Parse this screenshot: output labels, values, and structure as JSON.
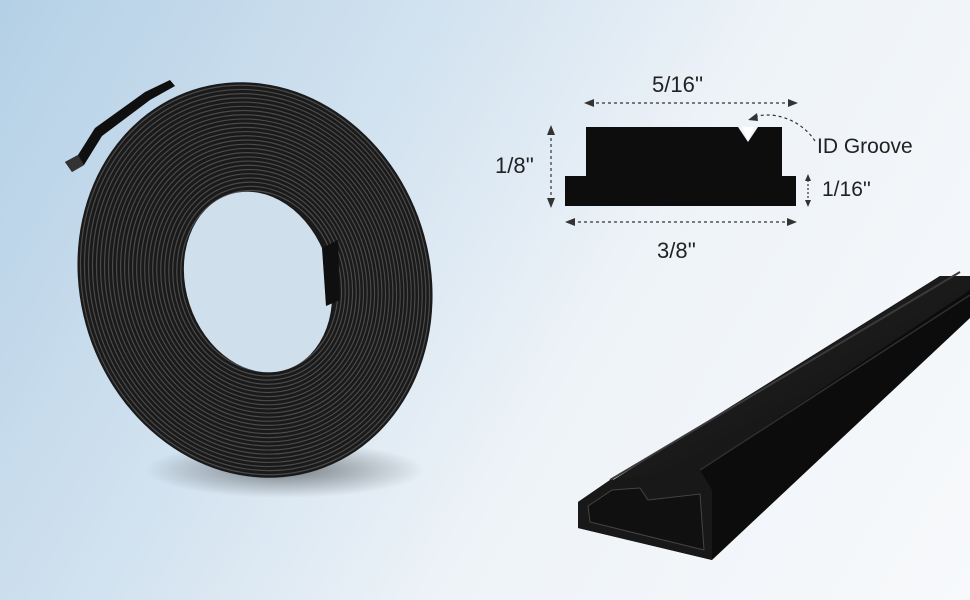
{
  "product": {
    "name": "Black rubber strip coil",
    "profile_color": "#0d0d0d"
  },
  "dimensions": {
    "top_width": "5/16''",
    "height": "1/8''",
    "bottom_width": "3/8''",
    "step_height": "1/16''",
    "groove_label": "ID Groove"
  },
  "colors": {
    "rubber": "#141414",
    "arrow": "#333333",
    "background_light": "#f7f9fb",
    "background_blue": "#b4d0e6"
  }
}
